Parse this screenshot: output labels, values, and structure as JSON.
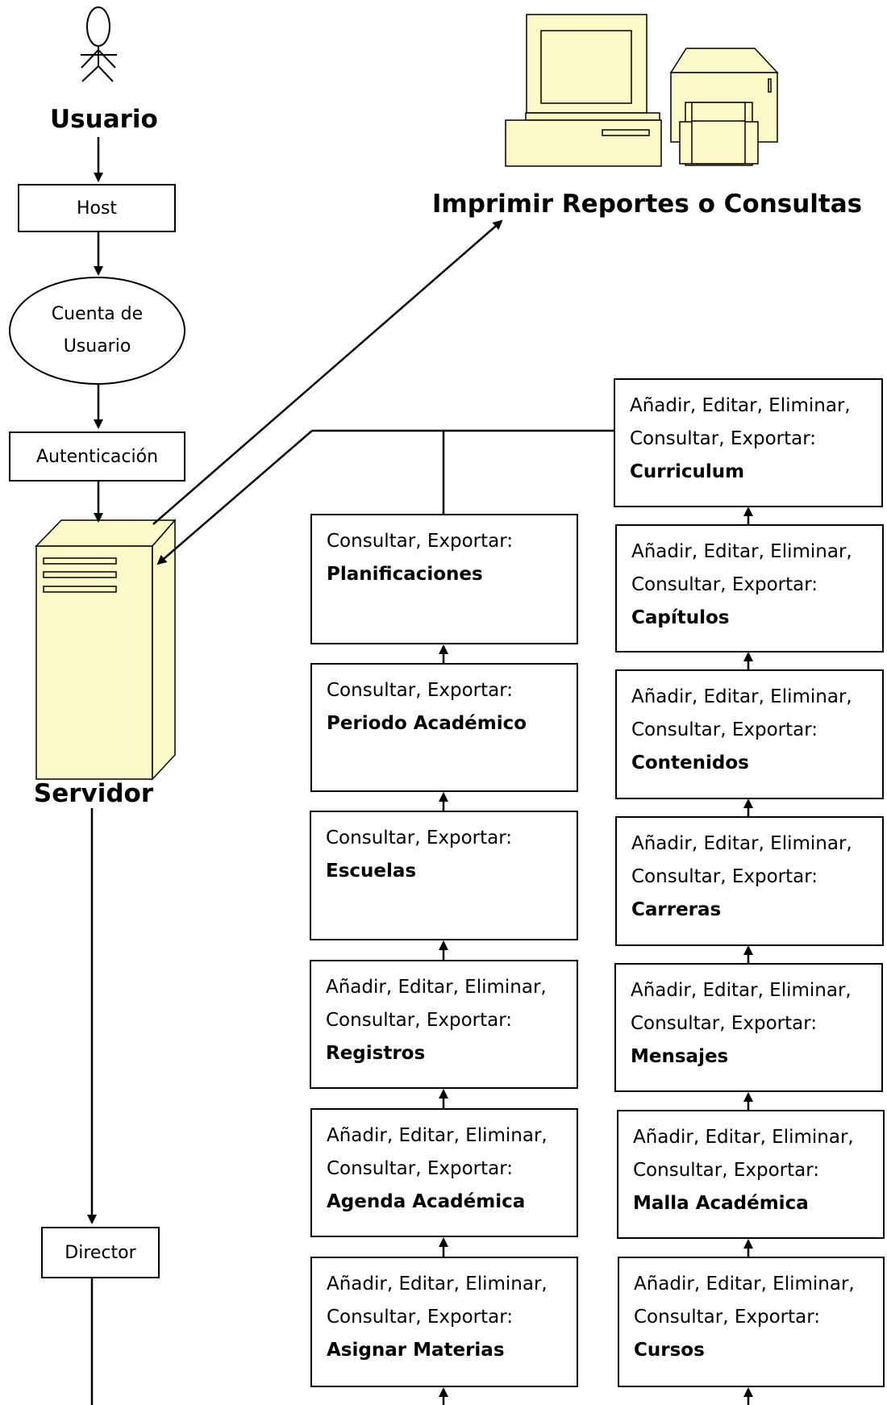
{
  "actor_label": "Usuario",
  "host_label": "Host",
  "account_label": "Cuenta de\nUsuario",
  "auth_label": "Autenticación",
  "server_label": "Servidor",
  "director_label": "Director",
  "printer_caption": "Imprimir Reportes o Consultas",
  "colors": {
    "device_fill": "#fcfac8",
    "line": "#000000"
  },
  "left_column": [
    {
      "actions": "Consultar, Exportar:",
      "target": "Planificaciones"
    },
    {
      "actions": "Consultar, Exportar:",
      "target": "Periodo Académico"
    },
    {
      "actions": "Consultar, Exportar:",
      "target": "Escuelas"
    },
    {
      "actions_line1": "Añadir, Editar,  Eliminar,",
      "actions_line2": "Consultar, Exportar:",
      "target": "Registros"
    },
    {
      "actions_line1": "Añadir, Editar,  Eliminar,",
      "actions_line2": "Consultar, Exportar:",
      "target": "Agenda Académica"
    },
    {
      "actions_line1": "Añadir, Editar,  Eliminar,",
      "actions_line2": "Consultar, Exportar:",
      "target": "Asignar Materias"
    }
  ],
  "right_column": [
    {
      "actions_line1": "Añadir, Editar,  Eliminar,",
      "actions_line2": "Consultar, Exportar:",
      "target": "Curriculum"
    },
    {
      "actions_line1": "Añadir, Editar,  Eliminar,",
      "actions_line2": "Consultar, Exportar:",
      "target": "Capítulos"
    },
    {
      "actions_line1": "Añadir, Editar,  Eliminar,",
      "actions_line2": "Consultar, Exportar:",
      "target": "Contenidos"
    },
    {
      "actions_line1": "Añadir, Editar,  Eliminar,",
      "actions_line2": "Consultar, Exportar:",
      "target": "Carreras"
    },
    {
      "actions_line1": "Añadir, Editar,  Eliminar,",
      "actions_line2": "Consultar, Exportar:",
      "target": "Mensajes"
    },
    {
      "actions_line1": "Añadir, Editar,  Eliminar,",
      "actions_line2": "Consultar, Exportar:",
      "target": "Malla Académica"
    },
    {
      "actions_line1": "Añadir, Editar,  Eliminar,",
      "actions_line2": "Consultar, Exportar:",
      "target": "Cursos"
    }
  ]
}
